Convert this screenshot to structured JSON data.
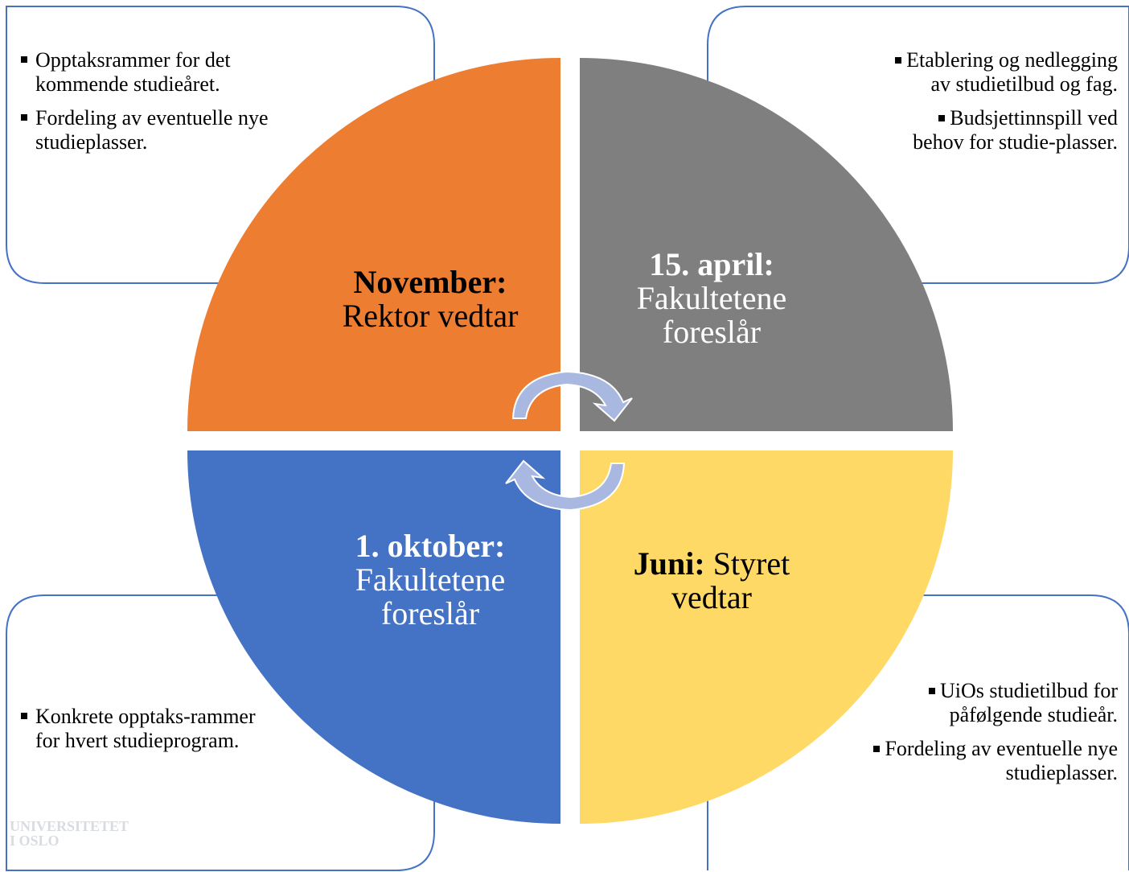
{
  "colors": {
    "november": "#ed7d31",
    "april": "#7f7f7f",
    "oktober": "#4472c4",
    "juni": "#ffd966",
    "frame": "#4472c4",
    "arrow": "#a9b8e0"
  },
  "quadrants": {
    "november": {
      "title": "November:",
      "text": "Rektor vedtar"
    },
    "april": {
      "title": "15. april:",
      "text1": "Fakultetene",
      "text2": "foreslår"
    },
    "oktober": {
      "title": "1. oktober:",
      "text1": "Fakultetene",
      "text2": "foreslår"
    },
    "juni": {
      "title": "Juni:",
      "text1": "Styret",
      "text2": "vedtar"
    }
  },
  "boxes": {
    "top_left": [
      "Opptaksrammer for det kommende studieåret.",
      "Fordeling av eventuelle nye studieplasser."
    ],
    "top_right": [
      "Etablering og nedlegging av studietilbud og fag.",
      "Budsjettinnspill ved behov for studie-plasser."
    ],
    "bottom_left": [
      "Konkrete opptaks-rammer for hvert studieprogram."
    ],
    "bottom_right": [
      "UiOs studietilbud for påfølgende studieår.",
      "Fordeling av eventuelle nye studieplasser."
    ]
  },
  "watermark": {
    "line1": "UNIVERSITETET",
    "line2": "I OSLO"
  }
}
